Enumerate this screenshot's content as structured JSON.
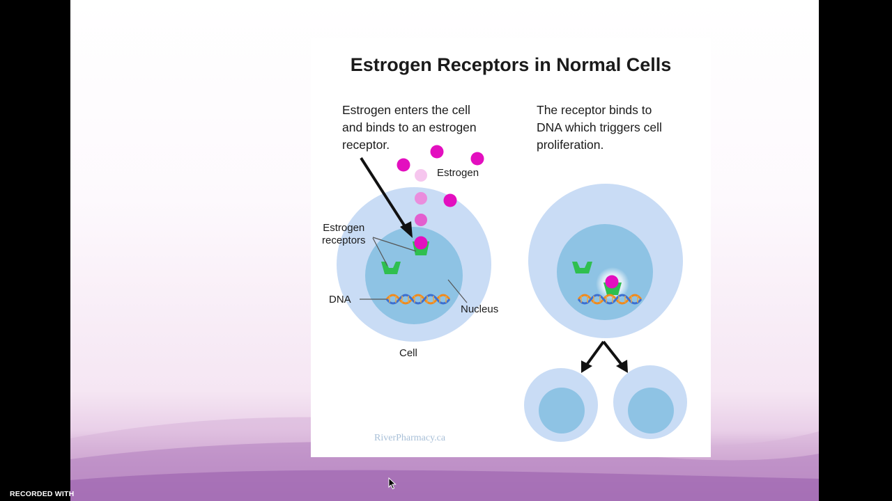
{
  "diagram": {
    "title": "Estrogen Receptors in Normal Cells",
    "caption_left": [
      "Estrogen enters the cell",
      "and binds to an estrogen",
      "receptor."
    ],
    "caption_right": [
      "The receptor binds to",
      "DNA which triggers cell",
      "proliferation."
    ],
    "labels": {
      "estrogen": "Estrogen",
      "receptors": [
        "Estrogen",
        "receptors"
      ],
      "dna": "DNA",
      "nucleus": "Nucleus",
      "cell": "Cell"
    },
    "watermark": "RiverPharmacy.ca",
    "colors": {
      "cell": "#c9dcf5",
      "nucleus": "#8ec3e4",
      "estrogen": "#e30fbf",
      "receptor": "#2fbf4f",
      "dna_orange": "#f08a1c",
      "dna_blue": "#3c6fd0"
    }
  },
  "recorder": {
    "text": "RECORDED WITH"
  }
}
